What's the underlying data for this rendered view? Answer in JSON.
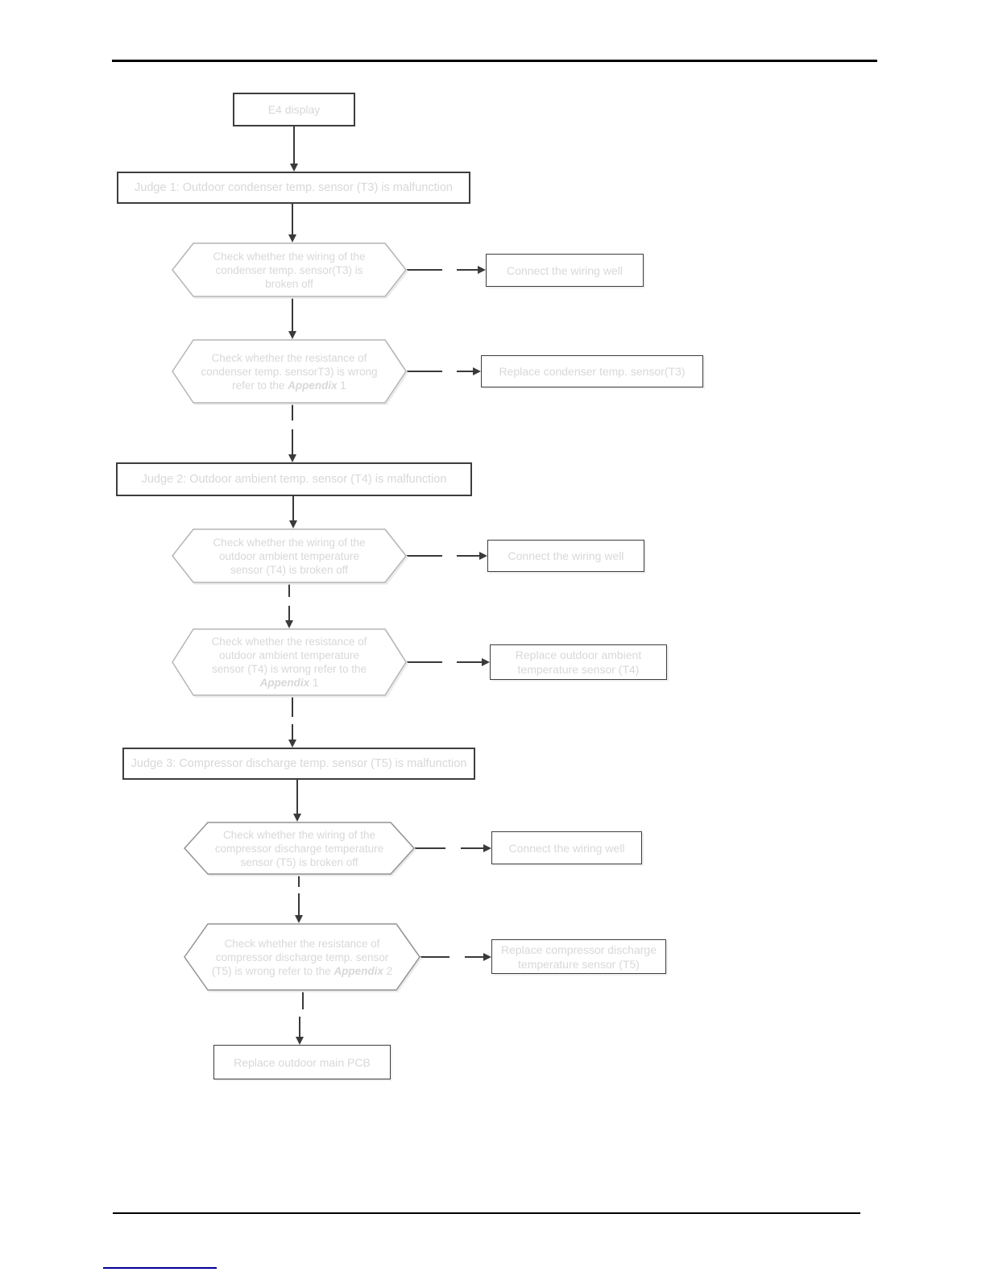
{
  "nodes": {
    "start": {
      "label": "E4 display"
    },
    "judge1": {
      "label": "Judge 1: Outdoor condenser temp. sensor (T3) is malfunction"
    },
    "check_wiring_t3": {
      "line1": "Check whether the wiring of the",
      "line2": "condenser temp. sensor(T3) is",
      "line3": "broken off"
    },
    "connect_wiring_1": {
      "label": "Connect the wiring well"
    },
    "check_resistance_t3": {
      "line1": "Check whether the resistance of",
      "line2": "condenser temp. sensorT3) is wrong",
      "line3_pre": "refer to the ",
      "line3_em": "Appendix",
      "line3_post": " 1"
    },
    "replace_t3": {
      "label": "Replace condenser temp. sensor(T3)"
    },
    "judge2": {
      "label": "Judge 2: Outdoor ambient temp. sensor (T4) is malfunction"
    },
    "check_wiring_t4": {
      "line1": "Check whether the wiring of the",
      "line2": "outdoor ambient temperature",
      "line3": "sensor (T4) is broken off"
    },
    "connect_wiring_2": {
      "label": "Connect the wiring well"
    },
    "check_resistance_t4": {
      "line1": "Check whether the resistance of",
      "line2": "outdoor ambient temperature",
      "line3": "sensor (T4) is wrong refer to the",
      "line4_em": "Appendix",
      "line4_post": " 1"
    },
    "replace_t4": {
      "line1": "Replace outdoor ambient",
      "line2": "temperature sensor (T4)"
    },
    "judge3": {
      "label": "Judge 3: Compressor discharge temp. sensor (T5) is malfunction"
    },
    "check_wiring_t5": {
      "line1": "Check whether the wiring of the",
      "line2": "compressor discharge temperature",
      "line3": "sensor (T5) is broken off"
    },
    "connect_wiring_3": {
      "label": "Connect the wiring well"
    },
    "check_resistance_t5": {
      "line1": "Check whether the resistance of",
      "line2": "compressor discharge temp. sensor",
      "line3_pre": "(T5) is wrong refer to the ",
      "line3_em": "Appendix",
      "line3_post": " 2"
    },
    "replace_t5": {
      "line1": "Replace compressor discharge",
      "line2": "temperature sensor (T5)"
    },
    "end": {
      "label": "Replace outdoor main PCB"
    }
  },
  "colors": {
    "box_border": "#3d3d3d",
    "hex_border_light": "#b5b5b5",
    "hex_border_dark": "#929292",
    "text": "#d8d8d8",
    "arrow": "#3a3a3a",
    "rule": "#000000",
    "link_underline": "#000099"
  }
}
